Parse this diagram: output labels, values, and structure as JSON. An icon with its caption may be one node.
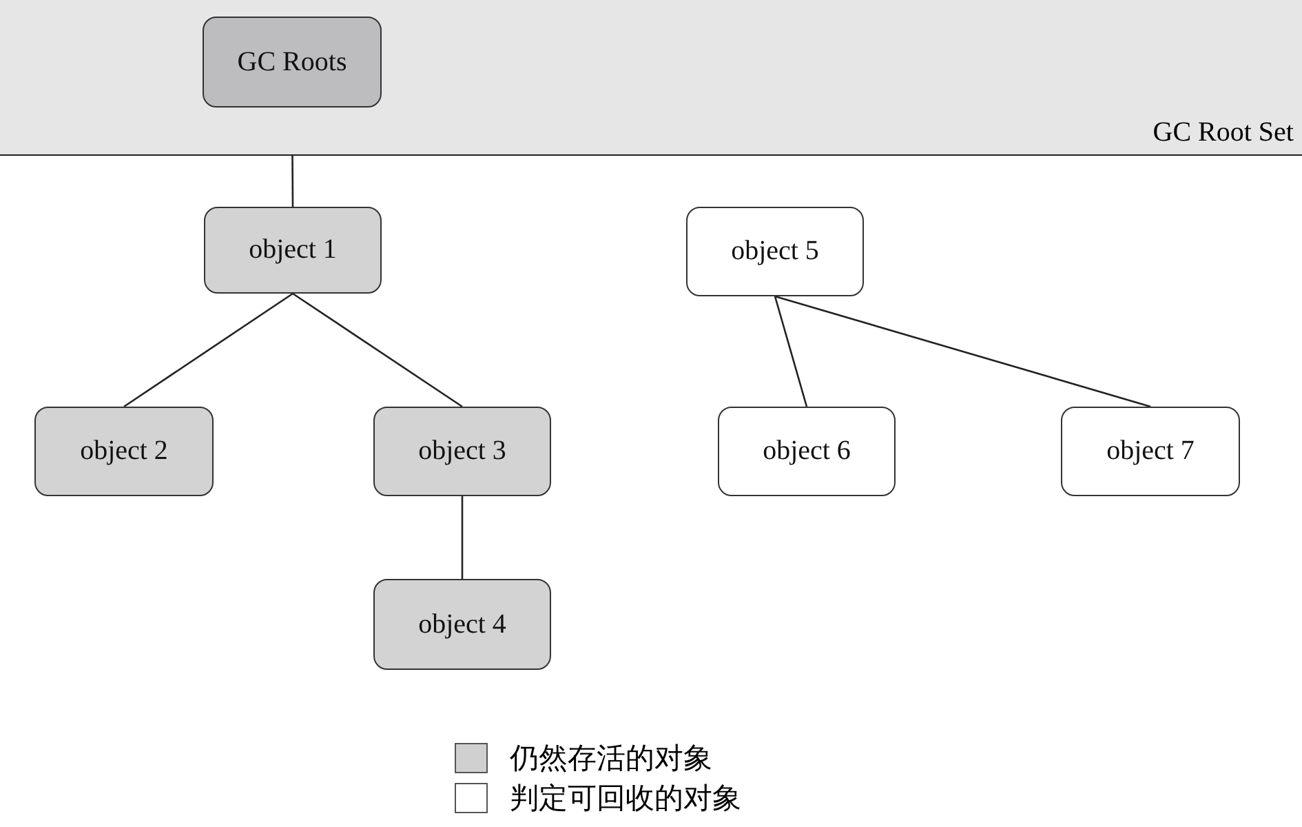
{
  "diagram": {
    "nodes": [
      {
        "text": [
          "GC Root Set"
        ]
      },
      {
        "text": [
          "GC Roots"
        ],
        "in": 0
      },
      {
        "text": [
          "object 1"
        ]
      },
      {
        "text": [
          "object 2"
        ]
      },
      {
        "text": [
          "object 3"
        ]
      },
      {
        "text": [
          "object 4"
        ]
      },
      {
        "text": [
          "object 5"
        ]
      },
      {
        "text": [
          "object 6"
        ]
      },
      {
        "text": [
          "object 7"
        ]
      }
    ],
    "edges": [
      {
        "from": 1,
        "to": 2,
        "arrow": "none"
      },
      {
        "from": 2,
        "to": 3,
        "arrow": "none"
      },
      {
        "from": 2,
        "to": 4,
        "arrow": "none"
      },
      {
        "from": 4,
        "to": 5,
        "arrow": "none"
      },
      {
        "from": 6,
        "to": 7,
        "arrow": "none"
      },
      {
        "from": 6,
        "to": 8,
        "arrow": "none"
      }
    ],
    "legend": [
      {
        "text": "仍然存活的对象",
        "color": "#d0d0d0"
      },
      {
        "text": "判定可回收的对象",
        "color": "#ffffff"
      }
    ]
  }
}
